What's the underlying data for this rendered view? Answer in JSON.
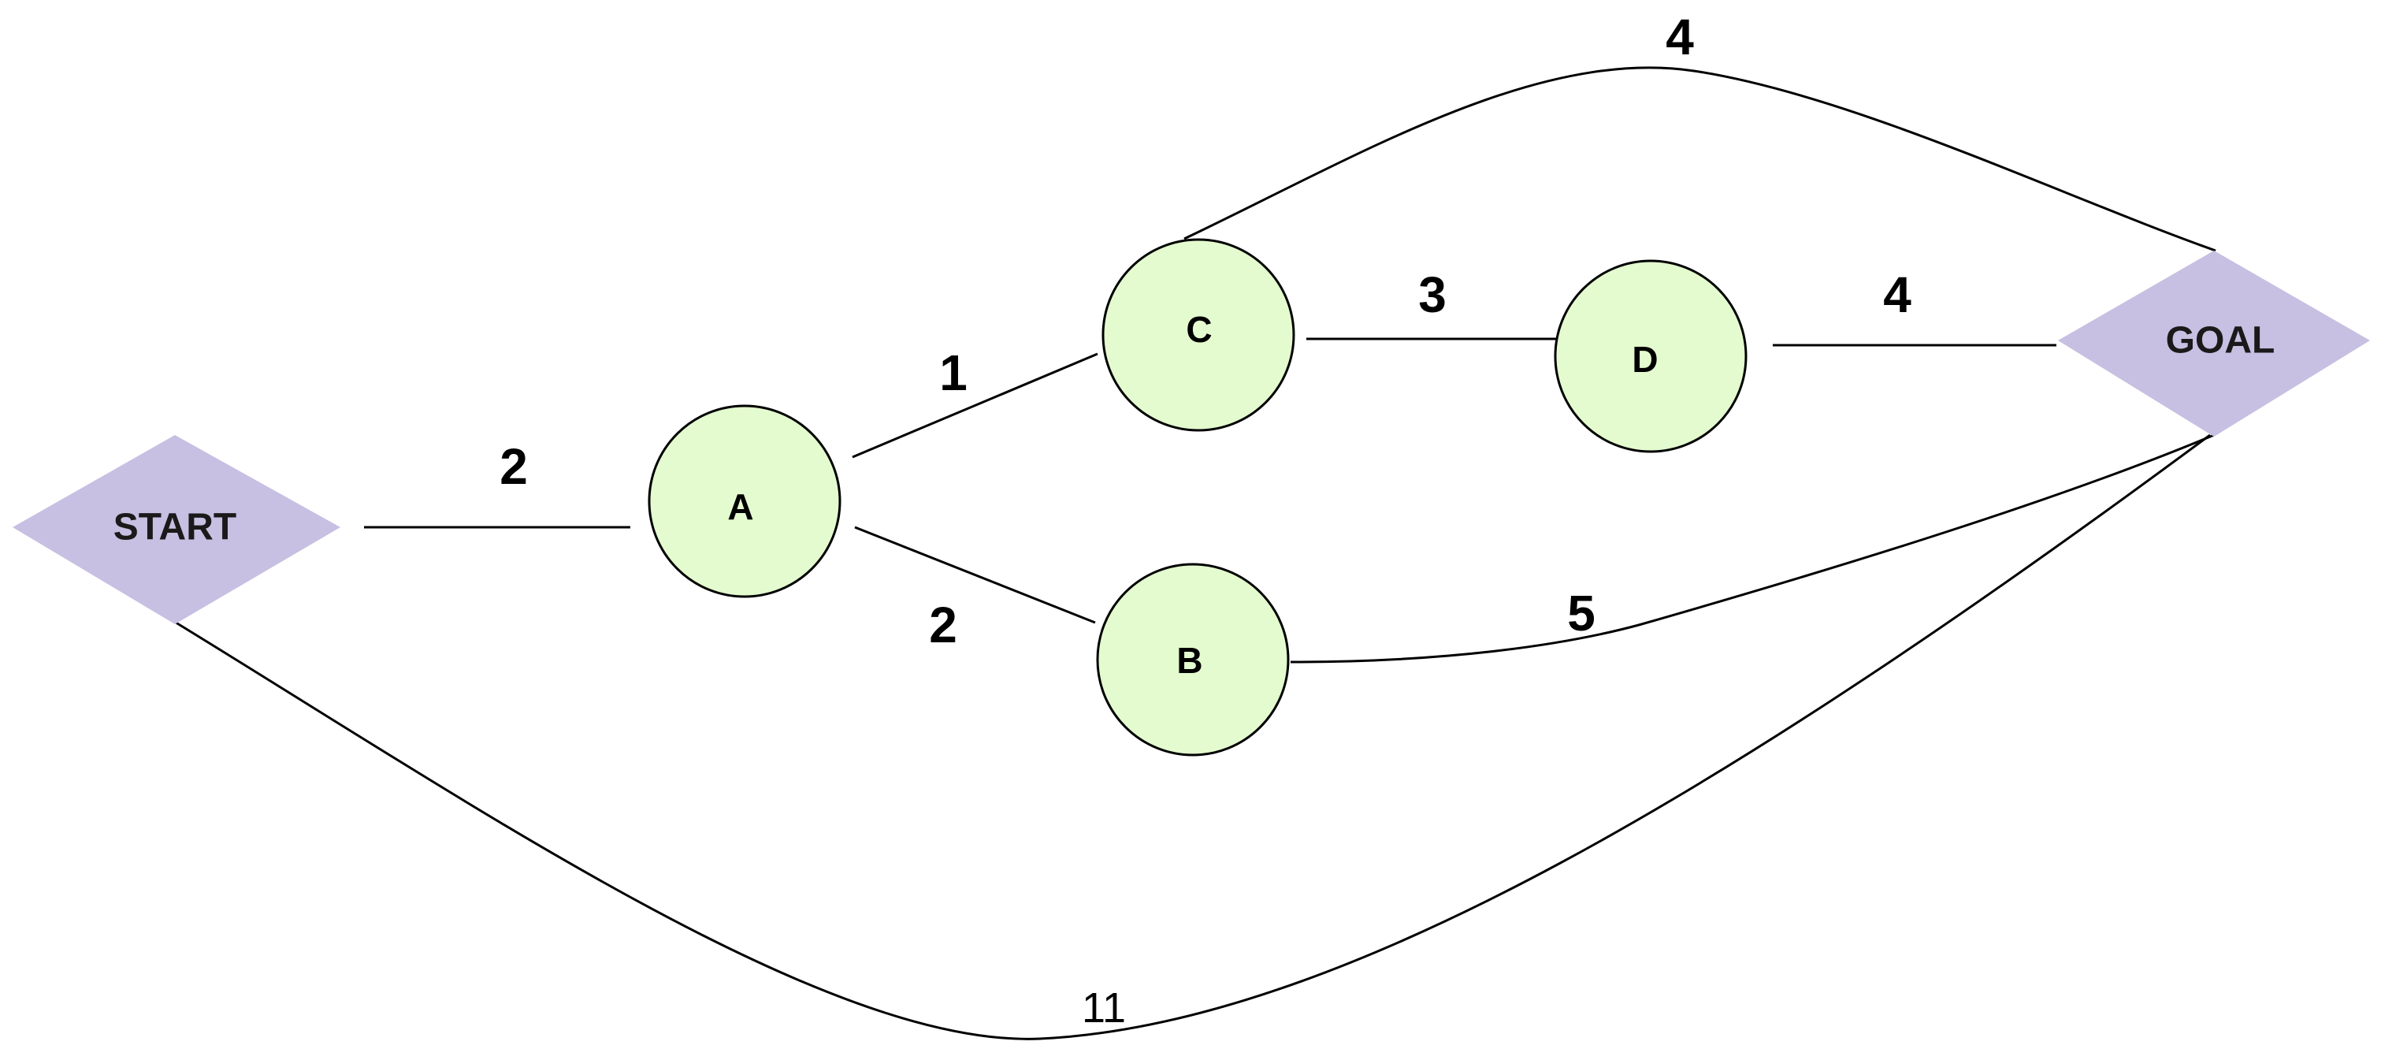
{
  "nodes": {
    "start": {
      "label": "START",
      "shape": "diamond",
      "color": "#c7c0e2"
    },
    "goal": {
      "label": "GOAL",
      "shape": "diamond",
      "color": "#c7c0e2"
    },
    "a": {
      "label": "A",
      "shape": "circle",
      "color": "#e3fbcf"
    },
    "b": {
      "label": "B",
      "shape": "circle",
      "color": "#e3fbcf"
    },
    "c": {
      "label": "C",
      "shape": "circle",
      "color": "#e3fbcf"
    },
    "d": {
      "label": "D",
      "shape": "circle",
      "color": "#e3fbcf"
    }
  },
  "edges": [
    {
      "from": "START",
      "to": "A",
      "weight": "2"
    },
    {
      "from": "A",
      "to": "C",
      "weight": "1"
    },
    {
      "from": "A",
      "to": "B",
      "weight": "2"
    },
    {
      "from": "C",
      "to": "D",
      "weight": "3"
    },
    {
      "from": "D",
      "to": "GOAL",
      "weight": "4"
    },
    {
      "from": "C",
      "to": "GOAL",
      "weight": "4"
    },
    {
      "from": "B",
      "to": "GOAL",
      "weight": "5"
    },
    {
      "from": "START",
      "to": "GOAL",
      "weight": "11"
    }
  ]
}
